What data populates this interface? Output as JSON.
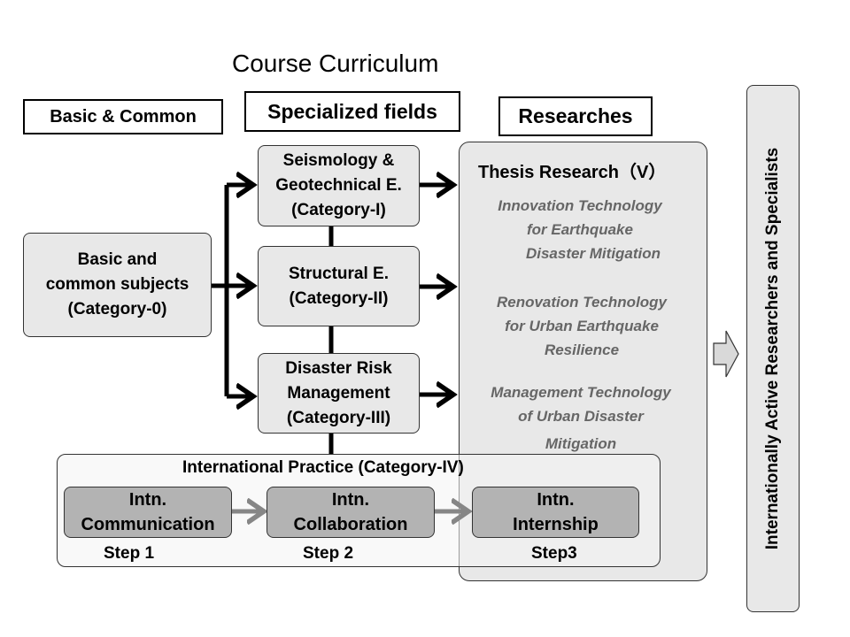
{
  "title": "Course Curriculum",
  "headers": {
    "basic": "Basic & Common",
    "specialized": "Specialized fields",
    "researches": "Researches"
  },
  "basic_box": [
    "Basic and",
    "common subjects",
    "(Category-0)"
  ],
  "specialized_boxes": [
    [
      "Seismology &",
      "Geotechnical E.",
      "(Category-I)"
    ],
    [
      "Structural E.",
      "(Category-II)"
    ],
    [
      "Disaster Risk",
      "Management",
      "(Category-III)"
    ]
  ],
  "research": {
    "title": "Thesis Research（V）",
    "topics": [
      [
        "Innovation Technology",
        "for Earthquake",
        "Disaster Mitigation"
      ],
      [
        "Renovation Technology",
        "for Urban Earthquake",
        "Resilience"
      ],
      [
        "Management Technology",
        "of Urban Disaster",
        "Mitigation"
      ]
    ]
  },
  "practice": {
    "title": "International Practice (Category-IV)",
    "steps": [
      {
        "lines": [
          "Intn.",
          "Communication"
        ],
        "label": "Step 1"
      },
      {
        "lines": [
          "Intn.",
          "Collaboration"
        ],
        "label": "Step 2"
      },
      {
        "lines": [
          "Intn.",
          "Internship"
        ],
        "label": "Step3"
      }
    ]
  },
  "outcome": "Internationally Active Researchers and Specialists",
  "colors": {
    "box_fill": "#e8e8e8",
    "step_fill": "#b3b3b3",
    "topic_text": "#666666"
  }
}
